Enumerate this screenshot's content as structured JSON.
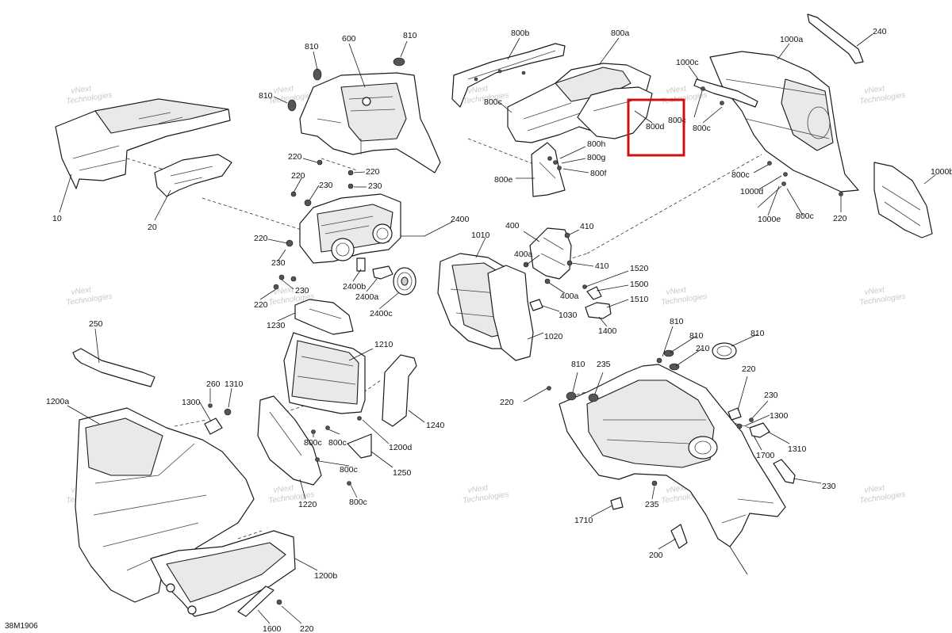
{
  "drawing": {
    "number": "38M1906",
    "highlighted_part": "800d"
  },
  "watermark": {
    "line1": "vNext",
    "line2": "Technologies"
  },
  "callouts": [
    {
      "text": "10"
    },
    {
      "text": "20"
    },
    {
      "text": "600"
    },
    {
      "text": "810"
    },
    {
      "text": "810"
    },
    {
      "text": "810"
    },
    {
      "text": "220"
    },
    {
      "text": "220"
    },
    {
      "text": "220"
    },
    {
      "text": "230"
    },
    {
      "text": "230"
    },
    {
      "text": "220"
    },
    {
      "text": "230"
    },
    {
      "text": "2400"
    },
    {
      "text": "230"
    },
    {
      "text": "220"
    },
    {
      "text": "2400b"
    },
    {
      "text": "2400a"
    },
    {
      "text": "2400c"
    },
    {
      "text": "1230"
    },
    {
      "text": "250"
    },
    {
      "text": "1210"
    },
    {
      "text": "260"
    },
    {
      "text": "1310"
    },
    {
      "text": "1300"
    },
    {
      "text": "1200a"
    },
    {
      "text": "1240"
    },
    {
      "text": "800c"
    },
    {
      "text": "800c"
    },
    {
      "text": "1200d"
    },
    {
      "text": "800c"
    },
    {
      "text": "1250"
    },
    {
      "text": "800c"
    },
    {
      "text": "1220"
    },
    {
      "text": "1200b"
    },
    {
      "text": "1600"
    },
    {
      "text": "220"
    },
    {
      "text": "800b"
    },
    {
      "text": "800a"
    },
    {
      "text": "800c"
    },
    {
      "text": "800d"
    },
    {
      "text": "800h"
    },
    {
      "text": "800g"
    },
    {
      "text": "800f"
    },
    {
      "text": "800e"
    },
    {
      "text": "1010"
    },
    {
      "text": "400"
    },
    {
      "text": "410"
    },
    {
      "text": "400a"
    },
    {
      "text": "410"
    },
    {
      "text": "1520"
    },
    {
      "text": "1500"
    },
    {
      "text": "400a"
    },
    {
      "text": "1510"
    },
    {
      "text": "1030"
    },
    {
      "text": "1400"
    },
    {
      "text": "1020"
    },
    {
      "text": "240"
    },
    {
      "text": "1000a"
    },
    {
      "text": "1000c"
    },
    {
      "text": "800c"
    },
    {
      "text": "800c"
    },
    {
      "text": "800c"
    },
    {
      "text": "1000b"
    },
    {
      "text": "1000d"
    },
    {
      "text": "1000e"
    },
    {
      "text": "800c"
    },
    {
      "text": "220"
    },
    {
      "text": "810"
    },
    {
      "text": "810"
    },
    {
      "text": "210"
    },
    {
      "text": "810"
    },
    {
      "text": "810"
    },
    {
      "text": "235"
    },
    {
      "text": "220"
    },
    {
      "text": "220"
    },
    {
      "text": "230"
    },
    {
      "text": "1300"
    },
    {
      "text": "1310"
    },
    {
      "text": "1700"
    },
    {
      "text": "230"
    },
    {
      "text": "235"
    },
    {
      "text": "1710"
    },
    {
      "text": "200"
    }
  ]
}
